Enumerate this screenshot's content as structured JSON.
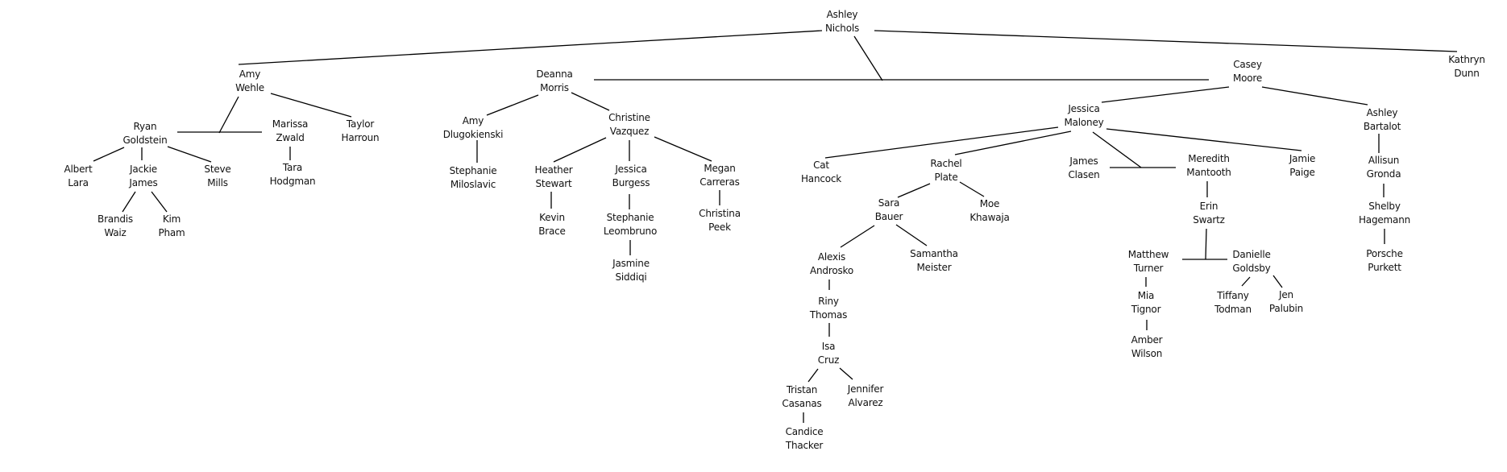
{
  "title": "Family tree",
  "nodes": [
    {
      "id": "ashley-nichols",
      "first": "Ashley",
      "last": "Nichols"
    },
    {
      "id": "amy-wehle",
      "first": "Amy",
      "last": "Wehle"
    },
    {
      "id": "deanna-morris",
      "first": "Deanna",
      "last": "Morris"
    },
    {
      "id": "casey-moore",
      "first": "Casey",
      "last": "Moore"
    },
    {
      "id": "kathryn-dunn",
      "first": "Kathryn",
      "last": "Dunn"
    },
    {
      "id": "ryan-goldstein",
      "first": "Ryan",
      "last": "Goldstein"
    },
    {
      "id": "marissa-zwald",
      "first": "Marissa",
      "last": "Zwald"
    },
    {
      "id": "taylor-harroun",
      "first": "Taylor",
      "last": "Harroun"
    },
    {
      "id": "albert-lara",
      "first": "Albert",
      "last": "Lara"
    },
    {
      "id": "jackie-james",
      "first": "Jackie",
      "last": "James"
    },
    {
      "id": "steve-mills",
      "first": "Steve",
      "last": "Mills"
    },
    {
      "id": "tara-hodgman",
      "first": "Tara",
      "last": "Hodgman"
    },
    {
      "id": "brandis-waiz",
      "first": "Brandis",
      "last": "Waiz"
    },
    {
      "id": "kim-pham",
      "first": "Kim",
      "last": "Pham"
    },
    {
      "id": "amy-dlugokienski",
      "first": "Amy",
      "last": "Dlugokienski"
    },
    {
      "id": "stephanie-miloslavic",
      "first": "Stephanie",
      "last": "Miloslavic"
    },
    {
      "id": "christine-vazquez",
      "first": "Christine",
      "last": "Vazquez"
    },
    {
      "id": "heather-stewart",
      "first": "Heather",
      "last": "Stewart"
    },
    {
      "id": "jessica-burgess",
      "first": "Jessica",
      "last": "Burgess"
    },
    {
      "id": "megan-carreras",
      "first": "Megan",
      "last": "Carreras"
    },
    {
      "id": "kevin-brace",
      "first": "Kevin",
      "last": "Brace"
    },
    {
      "id": "stephanie-leombruno",
      "first": "Stephanie",
      "last": "Leombruno"
    },
    {
      "id": "christina-peek",
      "first": "Christina",
      "last": "Peek"
    },
    {
      "id": "jasmine-siddiqi",
      "first": "Jasmine",
      "last": "Siddiqi"
    },
    {
      "id": "jessica-maloney",
      "first": "Jessica",
      "last": "Maloney"
    },
    {
      "id": "ashley-bartalot",
      "first": "Ashley",
      "last": "Bartalot"
    },
    {
      "id": "cat-hancock",
      "first": "Cat",
      "last": "Hancock"
    },
    {
      "id": "rachel-plate",
      "first": "Rachel",
      "last": "Plate"
    },
    {
      "id": "james-clasen",
      "first": "James",
      "last": "Clasen"
    },
    {
      "id": "meredith-mantooth",
      "first": "Meredith",
      "last": "Mantooth"
    },
    {
      "id": "jamie-paige",
      "first": "Jamie",
      "last": "Paige"
    },
    {
      "id": "sara-bauer",
      "first": "Sara",
      "last": "Bauer"
    },
    {
      "id": "moe-khawaja",
      "first": "Moe",
      "last": "Khawaja"
    },
    {
      "id": "alexis-androsko",
      "first": "Alexis",
      "last": "Androsko"
    },
    {
      "id": "samantha-meister",
      "first": "Samantha",
      "last": "Meister"
    },
    {
      "id": "riny-thomas",
      "first": "Riny",
      "last": "Thomas"
    },
    {
      "id": "isa-cruz",
      "first": "Isa",
      "last": "Cruz"
    },
    {
      "id": "tristan-casanas",
      "first": "Tristan",
      "last": "Casanas"
    },
    {
      "id": "jennifer-alvarez",
      "first": "Jennifer",
      "last": "Alvarez"
    },
    {
      "id": "candice-thacker",
      "first": "Candice",
      "last": "Thacker"
    },
    {
      "id": "erin-swartz",
      "first": "Erin",
      "last": "Swartz"
    },
    {
      "id": "matthew-turner",
      "first": "Matthew",
      "last": "Turner"
    },
    {
      "id": "danielle-goldsby",
      "first": "Danielle",
      "last": "Goldsby"
    },
    {
      "id": "mia-tignor",
      "first": "Mia",
      "last": "Tignor"
    },
    {
      "id": "amber-wilson",
      "first": "Amber",
      "last": "Wilson"
    },
    {
      "id": "tiffany-todman",
      "first": "Tiffany",
      "last": "Todman"
    },
    {
      "id": "jen-palubin",
      "first": "Jen",
      "last": "Palubin"
    },
    {
      "id": "allisun-gronda",
      "first": "Allisun",
      "last": "Gronda"
    },
    {
      "id": "shelby-hagemann",
      "first": "Shelby",
      "last": "Hagemann"
    },
    {
      "id": "porsche-purkett",
      "first": "Porsche",
      "last": "Purkett"
    }
  ],
  "edges": [
    [
      "ashley-nichols",
      "amy-wehle"
    ],
    [
      "ashley-nichols",
      "kathryn-dunn"
    ],
    [
      "ashley-nichols",
      "deanna-morris|casey-moore"
    ],
    [
      "amy-wehle",
      "ryan-goldstein|marissa-zwald"
    ],
    [
      "amy-wehle",
      "taylor-harroun"
    ],
    [
      "ryan-goldstein",
      "albert-lara"
    ],
    [
      "ryan-goldstein",
      "jackie-james"
    ],
    [
      "ryan-goldstein",
      "steve-mills"
    ],
    [
      "jackie-james",
      "brandis-waiz"
    ],
    [
      "jackie-james",
      "kim-pham"
    ],
    [
      "marissa-zwald",
      "tara-hodgman"
    ],
    [
      "deanna-morris",
      "amy-dlugokienski"
    ],
    [
      "deanna-morris",
      "christine-vazquez"
    ],
    [
      "amy-dlugokienski",
      "stephanie-miloslavic"
    ],
    [
      "christine-vazquez",
      "heather-stewart"
    ],
    [
      "christine-vazquez",
      "jessica-burgess"
    ],
    [
      "christine-vazquez",
      "megan-carreras"
    ],
    [
      "heather-stewart",
      "kevin-brace"
    ],
    [
      "jessica-burgess",
      "stephanie-leombruno"
    ],
    [
      "stephanie-leombruno",
      "jasmine-siddiqi"
    ],
    [
      "megan-carreras",
      "christina-peek"
    ],
    [
      "casey-moore",
      "jessica-maloney"
    ],
    [
      "casey-moore",
      "ashley-bartalot"
    ],
    [
      "jessica-maloney",
      "cat-hancock"
    ],
    [
      "jessica-maloney",
      "rachel-plate"
    ],
    [
      "jessica-maloney",
      "james-clasen|meredith-mantooth"
    ],
    [
      "jessica-maloney",
      "jamie-paige"
    ],
    [
      "rachel-plate",
      "sara-bauer"
    ],
    [
      "rachel-plate",
      "moe-khawaja"
    ],
    [
      "sara-bauer",
      "alexis-androsko"
    ],
    [
      "sara-bauer",
      "samantha-meister"
    ],
    [
      "alexis-androsko",
      "riny-thomas"
    ],
    [
      "riny-thomas",
      "isa-cruz"
    ],
    [
      "isa-cruz",
      "tristan-casanas"
    ],
    [
      "isa-cruz",
      "jennifer-alvarez"
    ],
    [
      "tristan-casanas",
      "candice-thacker"
    ],
    [
      "meredith-mantooth",
      "erin-swartz"
    ],
    [
      "erin-swartz",
      "matthew-turner|danielle-goldsby"
    ],
    [
      "matthew-turner",
      "mia-tignor"
    ],
    [
      "mia-tignor",
      "amber-wilson"
    ],
    [
      "danielle-goldsby",
      "tiffany-todman"
    ],
    [
      "danielle-goldsby",
      "jen-palubin"
    ],
    [
      "ashley-bartalot",
      "allisun-gronda"
    ],
    [
      "allisun-gronda",
      "shelby-hagemann"
    ],
    [
      "shelby-hagemann",
      "porsche-purkett"
    ]
  ]
}
